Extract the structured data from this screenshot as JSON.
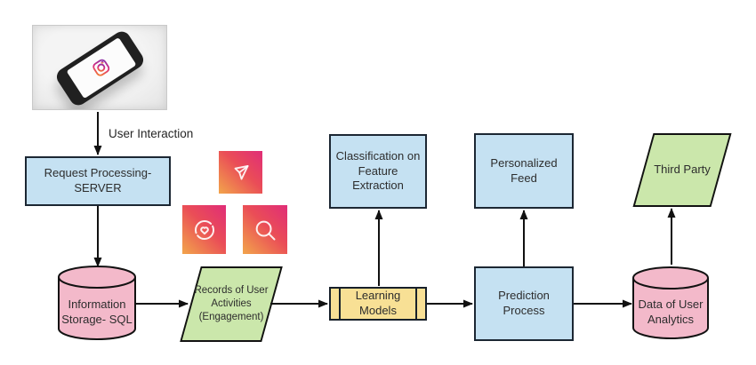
{
  "palette": {
    "process_fill": "#c5e1f2",
    "process_border": "#1c2733",
    "database_fill": "#f3b9ca",
    "data_parallelogram_fill": "#cbe7ab",
    "predefined_process_fill": "#f8e095",
    "connector_color": "#111111",
    "text_color": "#2d2d2d",
    "instagram_gradient": [
      "#f2a54b",
      "#ea4d57",
      "#e02d78"
    ],
    "instagram_logo_gradient": [
      "#f58529",
      "#dd2a7b",
      "#8134af"
    ],
    "photo_background": "#ededed"
  },
  "edge_labels": {
    "user_interaction": "User Interaction"
  },
  "nodes": {
    "request_server": {
      "shape": "process",
      "lines": [
        "Request Processing-",
        "SERVER"
      ]
    },
    "info_storage": {
      "shape": "database",
      "lines": [
        "Information",
        "Storage- SQL"
      ]
    },
    "records": {
      "shape": "data",
      "lines": [
        "Records of User",
        "Activities",
        "(Engagement)"
      ]
    },
    "learning_models": {
      "shape": "predefined-process",
      "lines": [
        "Learning",
        "Models"
      ]
    },
    "classification": {
      "shape": "process",
      "lines": [
        "Classification on",
        "Feature Extraction"
      ]
    },
    "prediction": {
      "shape": "process",
      "lines": [
        "Prediction Process"
      ]
    },
    "personalized_feed": {
      "shape": "process",
      "lines": [
        "Personalized Feed"
      ]
    },
    "data_analytics": {
      "shape": "database",
      "lines": [
        "Data of User",
        "Analytics"
      ]
    },
    "third_party": {
      "shape": "data",
      "lines": [
        "Third Party"
      ]
    }
  },
  "edges": [
    {
      "from": "smartphone-photo",
      "to": "request_server",
      "label": "User Interaction"
    },
    {
      "from": "request_server",
      "to": "info_storage",
      "label": ""
    },
    {
      "from": "info_storage",
      "to": "records",
      "label": ""
    },
    {
      "from": "records",
      "to": "learning_models",
      "label": ""
    },
    {
      "from": "learning_models",
      "to": "classification",
      "label": ""
    },
    {
      "from": "learning_models",
      "to": "prediction",
      "label": ""
    },
    {
      "from": "prediction",
      "to": "personalized_feed",
      "label": ""
    },
    {
      "from": "prediction",
      "to": "data_analytics",
      "label": ""
    },
    {
      "from": "data_analytics",
      "to": "third_party",
      "label": ""
    }
  ],
  "icons": [
    {
      "name": "smartphone-photo"
    },
    {
      "name": "instagram-logo-icon"
    },
    {
      "name": "instagram-send-icon"
    },
    {
      "name": "instagram-activity-icon"
    },
    {
      "name": "instagram-search-icon"
    }
  ]
}
